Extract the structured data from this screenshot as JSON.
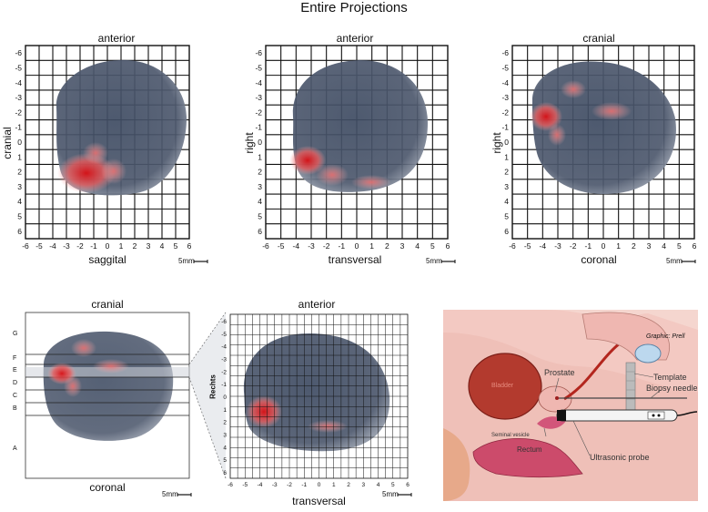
{
  "title": "Entire Projections",
  "grid_ticks": [
    "-6",
    "-5",
    "-4",
    "-3",
    "-2",
    "-1",
    "0",
    "1",
    "2",
    "3",
    "4",
    "5",
    "6"
  ],
  "scale_bar": "5mm",
  "panels": {
    "p1": {
      "top": "anterior",
      "bottom": "saggital",
      "side": "cranial"
    },
    "p2": {
      "top": "anterior",
      "bottom": "transversal",
      "side": "right"
    },
    "p3": {
      "top": "cranial",
      "bottom": "coronal",
      "side": "right"
    },
    "p4": {
      "top": "cranial",
      "bottom": "coronal",
      "levels": [
        "G",
        "F",
        "E",
        "D",
        "C",
        "B",
        "A"
      ]
    },
    "p5": {
      "top": "anterior",
      "bottom": "transversal",
      "side": "Rechts"
    }
  },
  "anatomy": {
    "credit": "Graphic: Prell",
    "bladder": "Bladder",
    "prostate": "Prostate",
    "template": "Template",
    "biopsy_needle": "Biopsy needle",
    "seminal_vesicle": "Seminal vesicle",
    "rectum": "Rectum",
    "ultrasonic_probe": "Ultrasonic probe"
  },
  "colors": {
    "lesion": "#e8504f",
    "organ": "#3d4a60",
    "tissue": "#f3c9c2"
  }
}
